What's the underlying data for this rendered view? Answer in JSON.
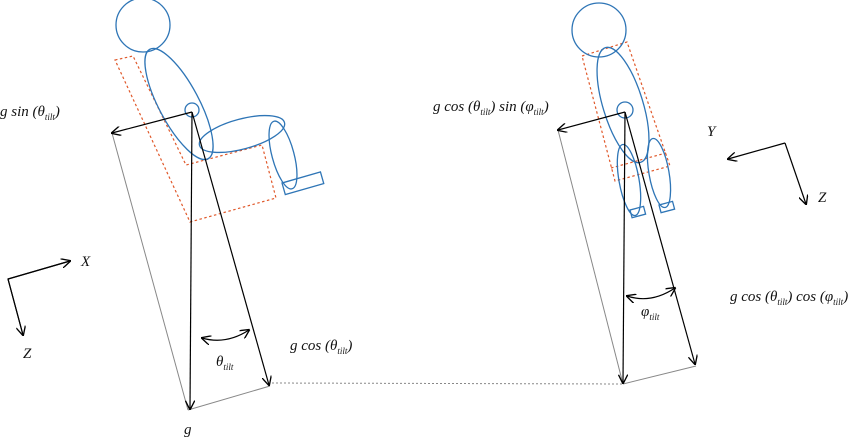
{
  "left_panel": {
    "labels": {
      "g_sin": {
        "main": "g sin (θ",
        "sub": "tilt",
        "end": ")"
      },
      "g_cos": {
        "main": "g cos (θ",
        "sub": "tilt",
        "end": ")"
      },
      "theta": {
        "main": "θ",
        "sub": "tilt"
      },
      "g": "g"
    },
    "axes": {
      "x": "X",
      "z": "Z"
    }
  },
  "right_panel": {
    "labels": {
      "g_cos_sin": {
        "a": "g cos (θ",
        "asub": "tilt",
        "b": ") sin (φ",
        "bsub": "tilt",
        "end": ")"
      },
      "g_cos_cos": {
        "a": "g cos (θ",
        "asub": "tilt",
        "b": ") cos (φ",
        "bsub": "tilt",
        "end": ")"
      },
      "phi": {
        "main": "φ",
        "sub": "tilt"
      }
    },
    "axes": {
      "y": "Y",
      "z": "Z"
    }
  },
  "colors": {
    "body": "#2e75b6",
    "chair": "#e0582a",
    "vector": "#000000",
    "projection": "#888888"
  }
}
